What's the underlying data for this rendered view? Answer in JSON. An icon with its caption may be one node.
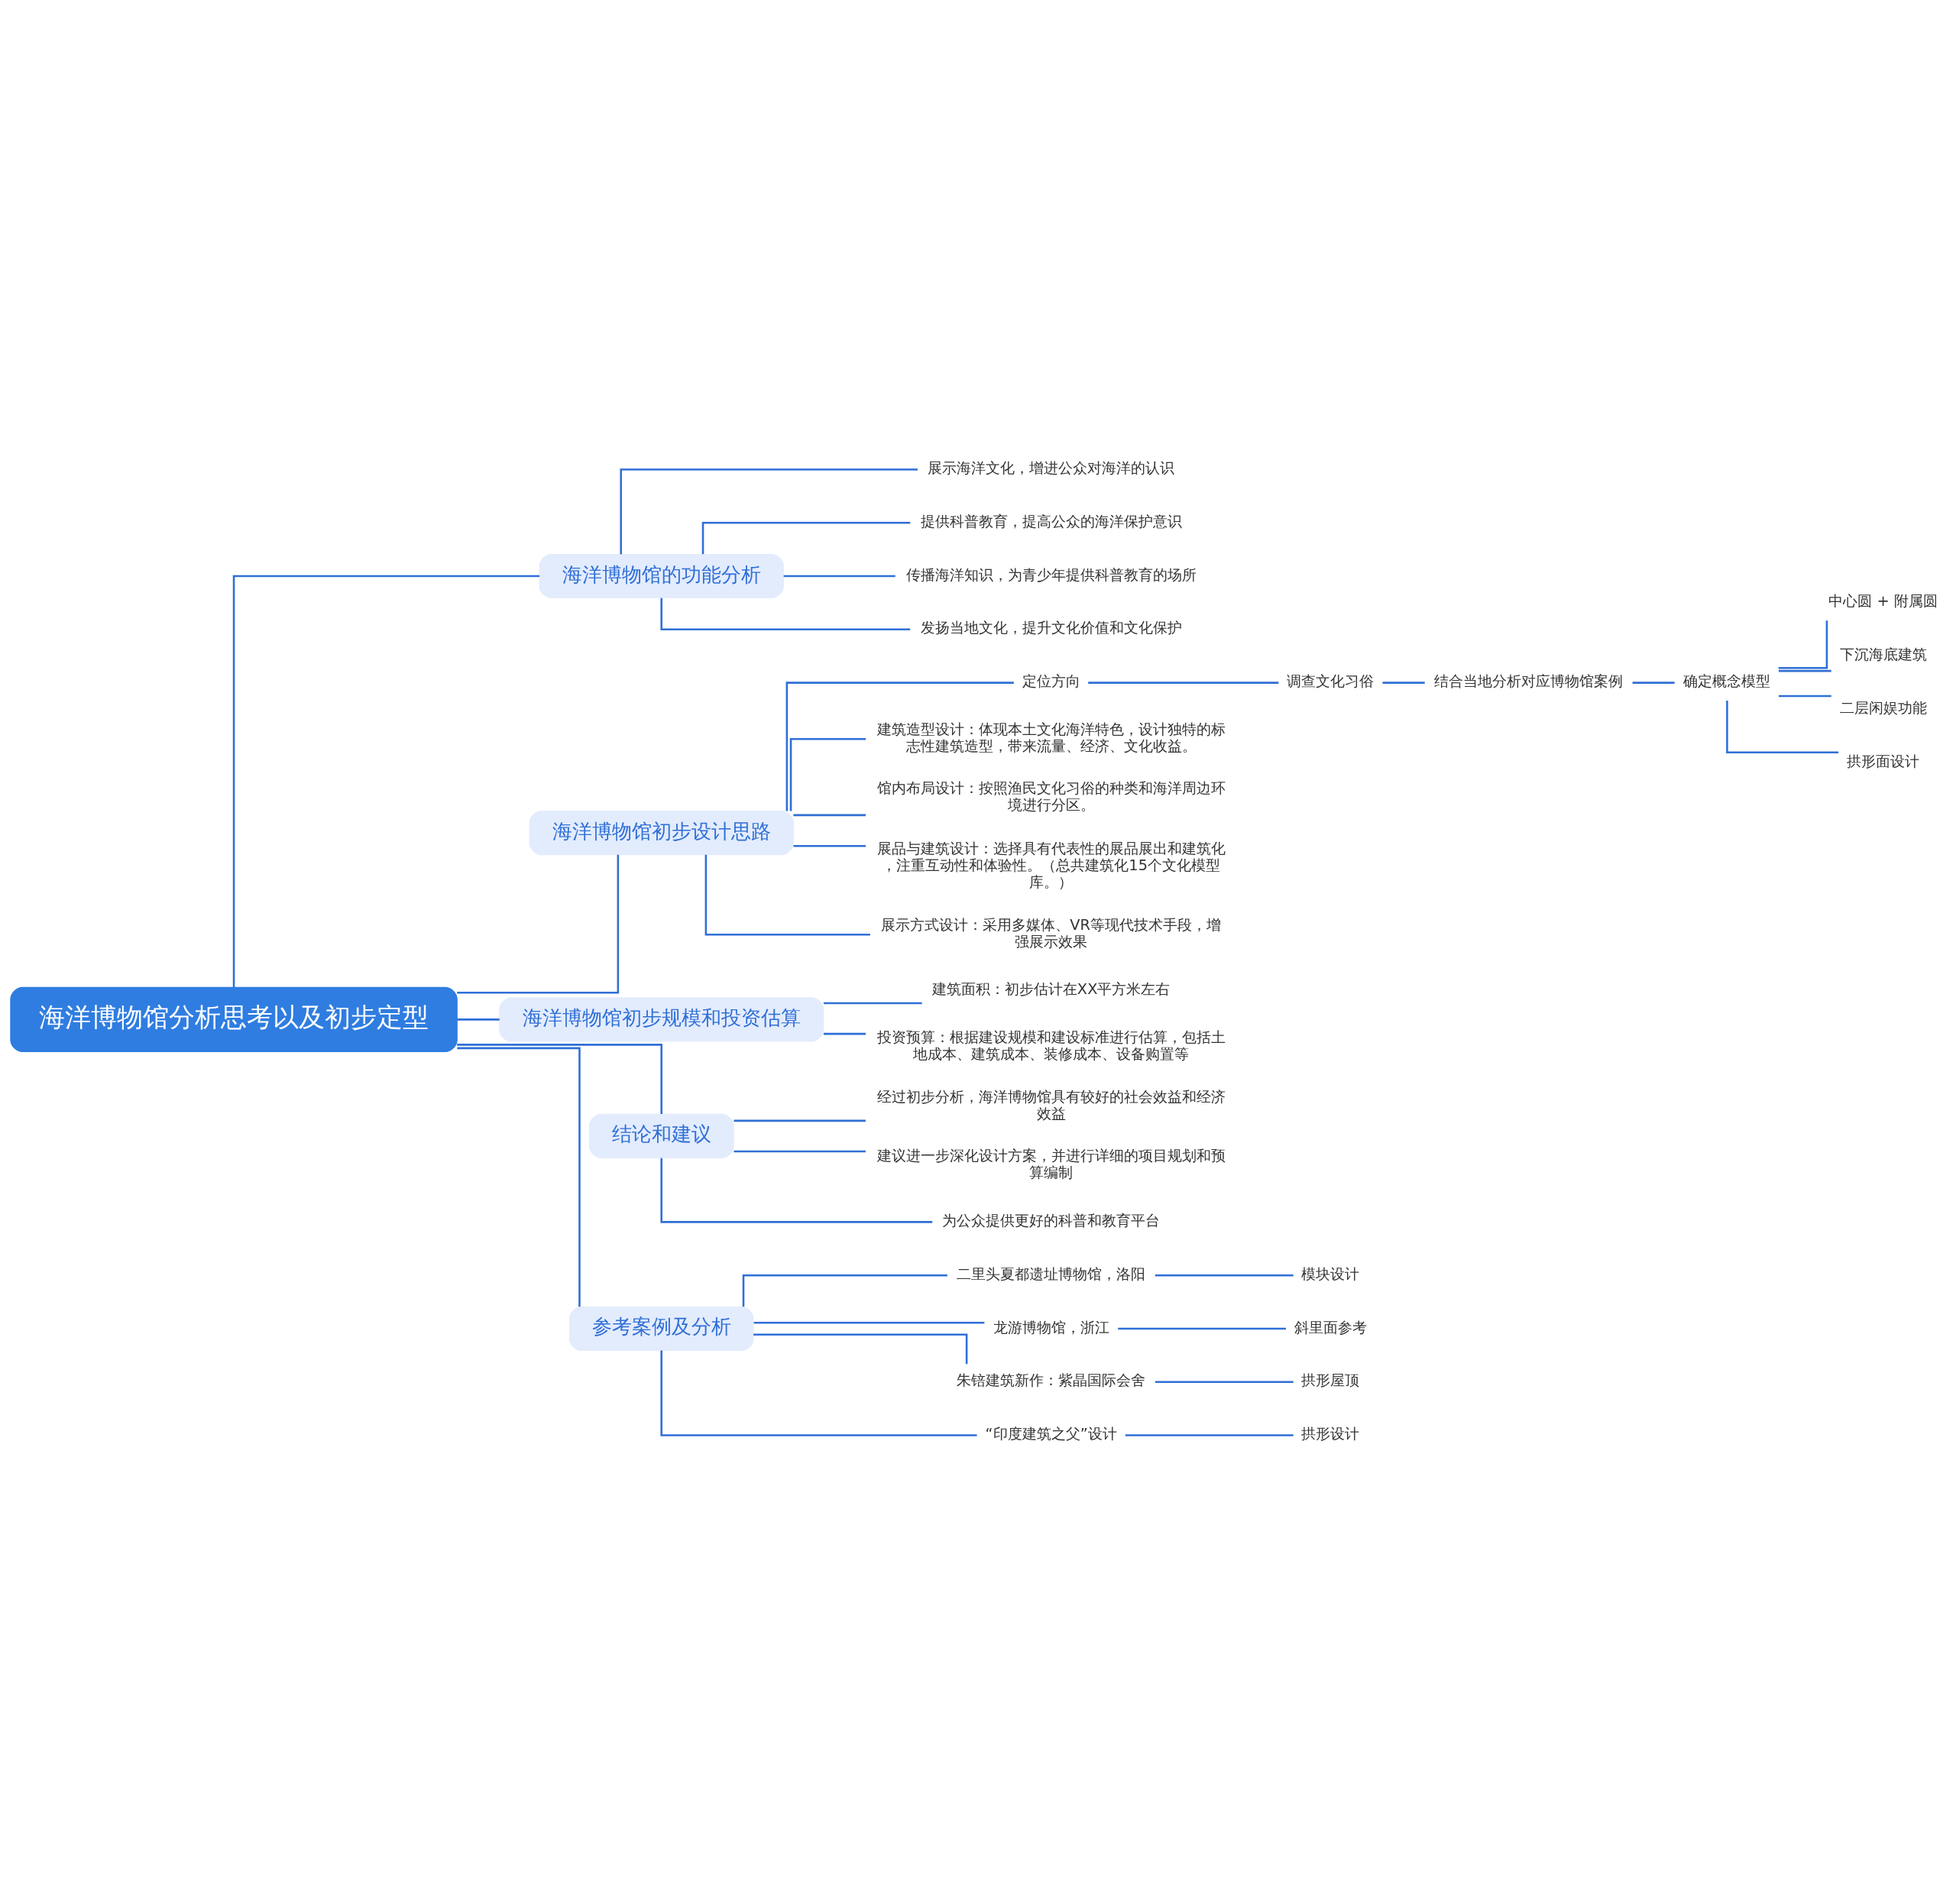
{
  "diagram": {
    "nodes": [
      {
        "text": [
          "海洋博物馆分析思考以及初步定型"
        ]
      },
      {
        "text": [
          "海洋博物馆的功能分析"
        ]
      },
      {
        "text": [
          "展示海洋文化，增进公众对海洋的认识"
        ]
      },
      {
        "text": [
          "提供科普教育，提高公众的海洋保护意识"
        ]
      },
      {
        "text": [
          "传播海洋知识，为青少年提供科普教育的场所"
        ]
      },
      {
        "text": [
          "发扬当地文化，提升文化价值和文化保护"
        ]
      },
      {
        "text": [
          "海洋博物馆初步设计思路"
        ]
      },
      {
        "text": [
          "定位方向"
        ]
      },
      {
        "text": [
          "调查文化习俗"
        ]
      },
      {
        "text": [
          "结合当地分析对应博物馆案例"
        ]
      },
      {
        "text": [
          "确定概念模型"
        ]
      },
      {
        "text": [
          "中心圆 + 附属圆"
        ]
      },
      {
        "text": [
          "下沉海底建筑"
        ]
      },
      {
        "text": [
          "二层闲娱功能"
        ]
      },
      {
        "text": [
          "拱形面设计"
        ]
      },
      {
        "text": [
          "建筑造型设计：体现本土文化海洋特色，设计独特的标志性建筑造型，带来流量、经济、文化收益。"
        ]
      },
      {
        "text": [
          "馆内布局设计：按照渔民文化习俗的种类和海洋周边环境进行分区。"
        ]
      },
      {
        "text": [
          "展品与建筑设计：选择具有代表性的展品展出和建筑化，注重互动性和体验性。（总共建筑化15个文化模型库。）"
        ]
      },
      {
        "text": [
          "展示方式设计：采用多媒体、VR等现代技术手段，增强展示效果"
        ]
      },
      {
        "text": [
          "海洋博物馆初步规模和投资估算"
        ]
      },
      {
        "text": [
          "建筑面积：初步估计在XX平方米左右"
        ]
      },
      {
        "text": [
          "投资预算：根据建设规模和建设标准进行估算，包括土地成本、建筑成本、装修成本、设备购置等"
        ]
      },
      {
        "text": [
          "结论和建议"
        ]
      },
      {
        "text": [
          "经过初步分析，海洋博物馆具有较好的社会效益和经济效益"
        ]
      },
      {
        "text": [
          "建议进一步深化设计方案，并进行详细的项目规划和预算编制"
        ]
      },
      {
        "text": [
          "为公众提供更好的科普和教育平台"
        ]
      },
      {
        "text": [
          "参考案例及分析"
        ]
      },
      {
        "text": [
          "二里头夏都遗址博物馆，洛阳"
        ]
      },
      {
        "text": [
          "模块设计"
        ]
      },
      {
        "text": [
          "龙游博物馆，浙江"
        ]
      },
      {
        "text": [
          "斜里面参考"
        ]
      },
      {
        "text": [
          "朱锫建筑新作：紫晶国际会舍"
        ]
      },
      {
        "text": [
          "拱形屋顶"
        ]
      },
      {
        "text": [
          "“印度建筑之父”设计"
        ]
      },
      {
        "text": [
          "拱形设计"
        ]
      }
    ],
    "edges": [
      {
        "from": 0,
        "to": 1,
        "arrow": "none"
      },
      {
        "from": 1,
        "to": 2,
        "arrow": "none"
      },
      {
        "from": 1,
        "to": 3,
        "arrow": "none"
      },
      {
        "from": 1,
        "to": 4,
        "arrow": "none"
      },
      {
        "from": 1,
        "to": 5,
        "arrow": "none"
      },
      {
        "from": 0,
        "to": 6,
        "arrow": "none"
      },
      {
        "from": 6,
        "to": 7,
        "arrow": "none"
      },
      {
        "from": 7,
        "to": 8,
        "arrow": "none"
      },
      {
        "from": 8,
        "to": 9,
        "arrow": "none"
      },
      {
        "from": 9,
        "to": 10,
        "arrow": "none"
      },
      {
        "from": 10,
        "to": 11,
        "arrow": "none"
      },
      {
        "from": 10,
        "to": 12,
        "arrow": "none"
      },
      {
        "from": 10,
        "to": 13,
        "arrow": "none"
      },
      {
        "from": 10,
        "to": 14,
        "arrow": "none"
      },
      {
        "from": 6,
        "to": 15,
        "arrow": "none"
      },
      {
        "from": 6,
        "to": 16,
        "arrow": "none"
      },
      {
        "from": 6,
        "to": 17,
        "arrow": "none"
      },
      {
        "from": 6,
        "to": 18,
        "arrow": "none"
      },
      {
        "from": 0,
        "to": 19,
        "arrow": "none"
      },
      {
        "from": 19,
        "to": 20,
        "arrow": "none"
      },
      {
        "from": 19,
        "to": 21,
        "arrow": "none"
      },
      {
        "from": 0,
        "to": 22,
        "arrow": "none"
      },
      {
        "from": 22,
        "to": 23,
        "arrow": "none"
      },
      {
        "from": 22,
        "to": 24,
        "arrow": "none"
      },
      {
        "from": 22,
        "to": 25,
        "arrow": "none"
      },
      {
        "from": 0,
        "to": 26,
        "arrow": "none"
      },
      {
        "from": 26,
        "to": 27,
        "arrow": "none"
      },
      {
        "from": 27,
        "to": 28,
        "arrow": "none"
      },
      {
        "from": 26,
        "to": 29,
        "arrow": "none"
      },
      {
        "from": 29,
        "to": 30,
        "arrow": "none"
      },
      {
        "from": 26,
        "to": 31,
        "arrow": "none"
      },
      {
        "from": 31,
        "to": 32,
        "arrow": "none"
      },
      {
        "from": 26,
        "to": 33,
        "arrow": "none"
      },
      {
        "from": 33,
        "to": 34,
        "arrow": "none"
      }
    ]
  }
}
